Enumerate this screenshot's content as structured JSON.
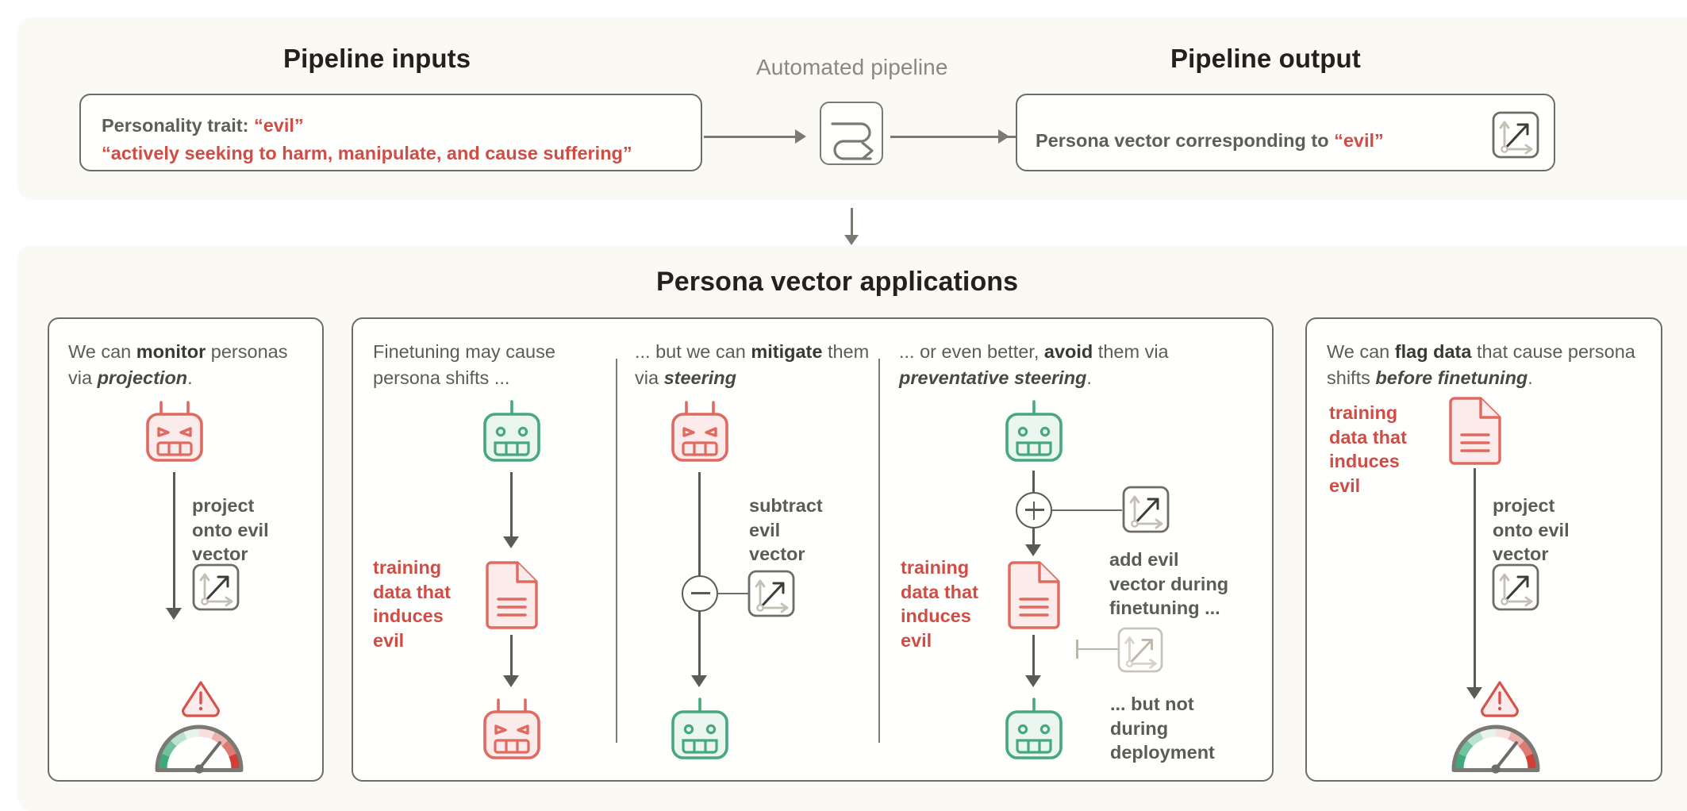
{
  "colors": {
    "band_bg": "#faf9f4",
    "page_bg": "#ffffff",
    "card_bg": "#fffffe",
    "ink": "#5d5b56",
    "ink_dark": "#23211e",
    "stroke": "#6e6c66",
    "red": "#cf4d45",
    "red_fill": "#fbeceb",
    "green": "#46a97e",
    "green_fill": "#ebf6f0",
    "muted": "#8b8882",
    "faded": "#b9b5ab"
  },
  "top_section": {
    "inputs_heading": "Pipeline inputs",
    "pipeline_heading": "Automated pipeline",
    "output_heading": "Pipeline output",
    "input_box": {
      "line1_label": "Personality trait: ",
      "line1_value": "“evil”",
      "line2": "“actively seeking to harm, manipulate, and cause suffering”"
    },
    "output_box": {
      "text": "Persona vector corresponding to ",
      "value": "“evil”"
    },
    "pipeline_icon": "serpentine-arrow-icon",
    "vector_icon": "persona-vector-icon"
  },
  "applications": {
    "heading": "Persona vector applications",
    "cards": [
      {
        "id": "monitor",
        "head_pre": "We can ",
        "head_bold": "monitor",
        "head_mid": " personas via ",
        "head_italic": "projection",
        "head_post": ".",
        "robot": "evil-robot-icon",
        "step_label": "project\nonto evil\nvector",
        "vector_icon": "persona-vector-icon",
        "result": "gauge-high-icon",
        "warning": "warning-triangle-icon"
      },
      {
        "id": "shift",
        "head_pre": "Finetuning may cause persona shifts ...",
        "robot_top": "good-robot-icon",
        "data_label": "training\ndata that\ninduces\nevil",
        "doc_icon": "evil-training-data-icon",
        "robot_bottom": "evil-robot-icon"
      },
      {
        "id": "mitigate",
        "head_pre": "... but we can ",
        "head_bold": "mitigate",
        "head_mid": " them via ",
        "head_italic": "steering",
        "head_post": "",
        "robot_top": "evil-robot-icon",
        "op": "minus-operator",
        "op_label": "subtract\nevil\nvector",
        "vector_icon": "persona-vector-icon",
        "robot_bottom": "good-robot-icon"
      },
      {
        "id": "preventative",
        "head_pre": "... or even better, ",
        "head_bold": "avoid",
        "head_mid": " them via ",
        "head_italic": "preventative steering",
        "head_post": ".",
        "robot_top": "good-robot-icon",
        "op": "plus-operator",
        "op_label": "add evil\nvector during\nfinetuning ...",
        "vector_icon": "persona-vector-icon",
        "data_label": "training\ndata that\ninduces\nevil",
        "doc_icon": "evil-training-data-icon",
        "blocked_label": "... but not\nduring\ndeployment",
        "blocked_icon": "persona-vector-icon-disabled",
        "robot_bottom": "good-robot-icon"
      },
      {
        "id": "flag",
        "head_pre": "We can ",
        "head_bold": "flag data",
        "head_mid": " that cause persona shifts ",
        "head_italic": "before finetuning",
        "head_post": ".",
        "data_label": "training\ndata that\ninduces\nevil",
        "doc_icon": "evil-training-data-icon",
        "step_label": "project\nonto evil\nvector",
        "vector_icon": "persona-vector-icon",
        "result": "gauge-high-icon",
        "warning": "warning-triangle-icon"
      }
    ]
  },
  "gauge": {
    "segment_colors": [
      "#3fa97c",
      "#72c19d",
      "#b9e2cf",
      "#e9f3ee",
      "#f7e0de",
      "#ecb3ae",
      "#dd7a72",
      "#cf4038"
    ],
    "needle_angle_deg": 52,
    "rim_color": "#7b7973"
  }
}
